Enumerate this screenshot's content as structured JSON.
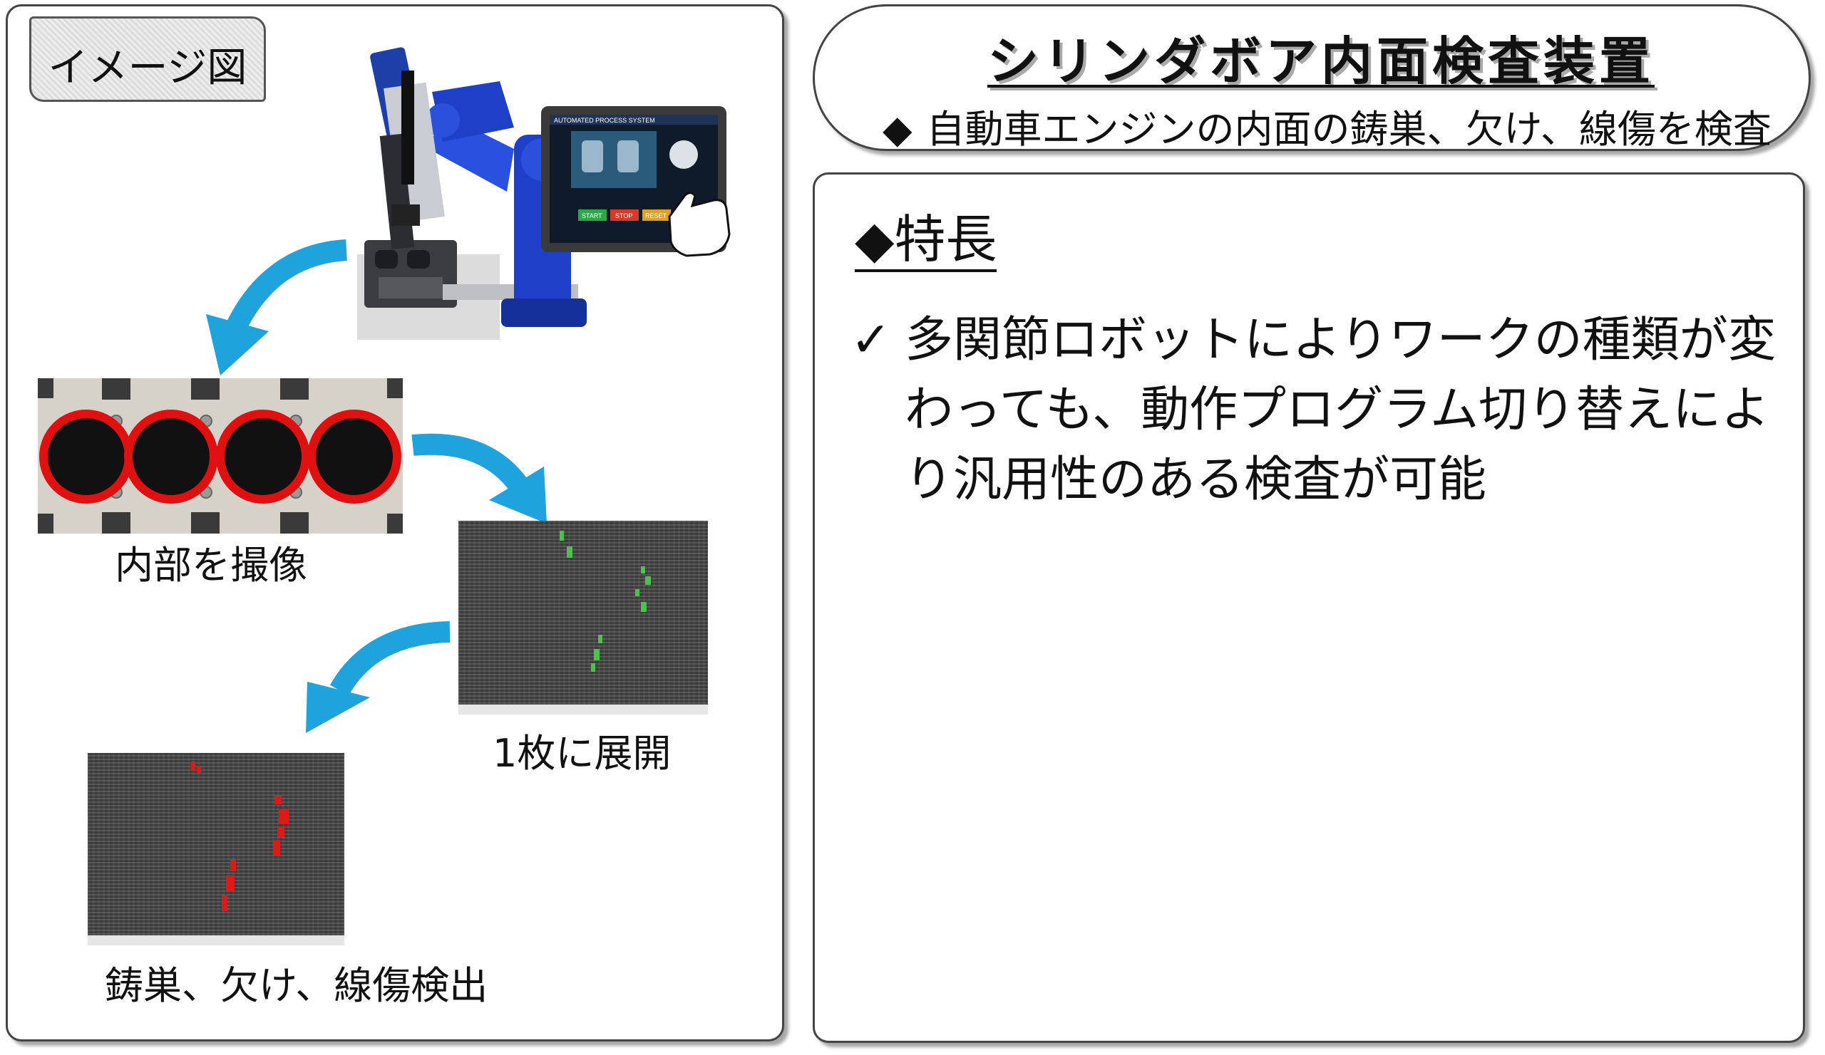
{
  "left_panel": {
    "label": "イメージ図",
    "captions": {
      "capture": "内部を撮像",
      "unfold": "1枚に展開",
      "detect": "鋳巣、欠け、線傷検出"
    },
    "tablet_screen_title": "AUTOMATED PROCESS SYSTEM",
    "tablet_buttons": [
      "START",
      "STOP",
      "RESET"
    ]
  },
  "title_box": {
    "title": "シリンダボア内面検査装置",
    "subtitle_marker": "◆",
    "subtitle": "自動車エンジンの内面の鋳巣、欠け、線傷を検査"
  },
  "features": {
    "heading": "◆特長",
    "check_mark": "✓",
    "item": "多関節ロボットによりワークの種類が変わっても、動作プログラム切り替えにより汎用性のある検査が可能"
  },
  "colors": {
    "robot_blue": "#1e40c8",
    "arrow_blue": "#1fa3dc",
    "bore_red": "#e01010",
    "defect_green": "#4cc24c",
    "defect_red": "#e01818"
  }
}
